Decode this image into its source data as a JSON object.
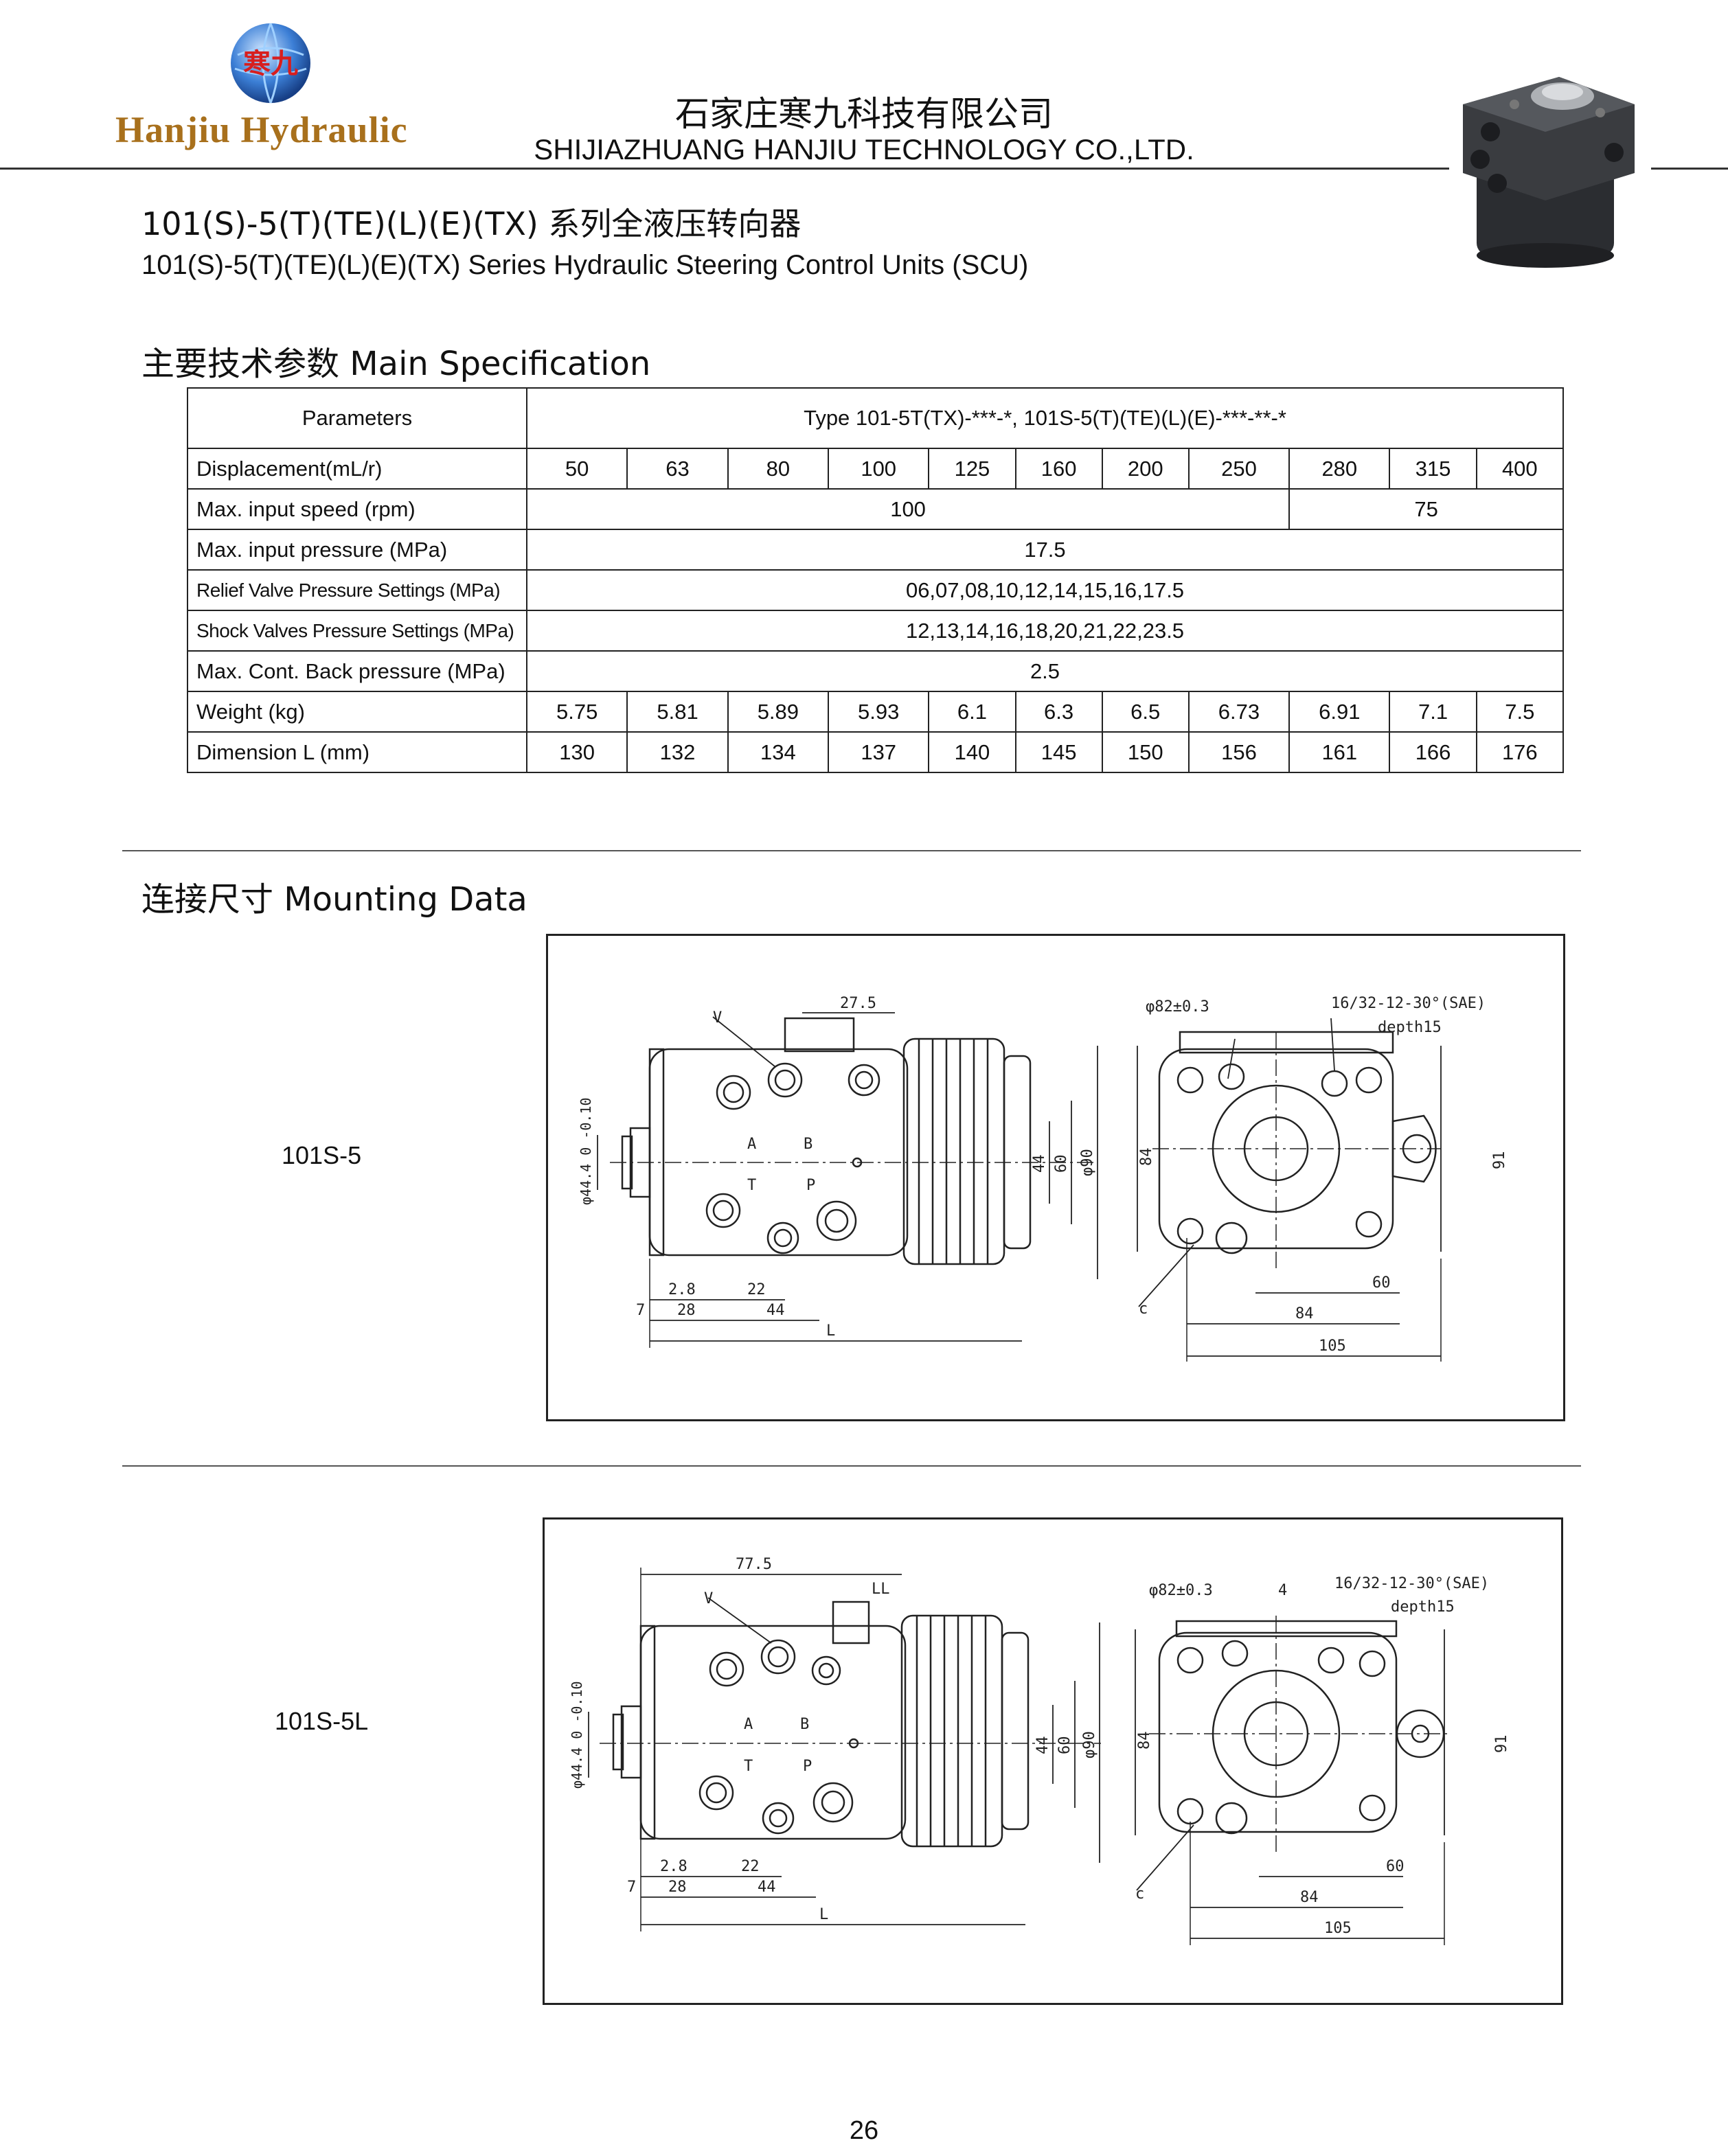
{
  "header": {
    "globe_text": "寒九",
    "logo_text": "Hanjiu Hydraulic",
    "company_cn": "石家庄寒九科技有限公司",
    "company_en": "SHIJIAZHUANG HANJIU TECHNOLOGY CO.,LTD."
  },
  "title": {
    "cn": "101(S)-5(T)(TE)(L)(E)(TX)  系列全液压转向器",
    "en": "101(S)-5(T)(TE)(L)(E)(TX) Series Hydraulic Steering Control Units (SCU)"
  },
  "spec_section": {
    "title": "主要技术参数  Main Specification",
    "header_param": "Parameters",
    "header_type": "Type    101-5T(TX)-***-*,  101S-5(T)(TE)(L)(E)-***-**-*",
    "rows": [
      {
        "label": "Displacement(mL/r)",
        "values": [
          "50",
          "63",
          "80",
          "100",
          "125",
          "160",
          "200",
          "250",
          "280",
          "315",
          "400"
        ]
      },
      {
        "label": "Max. input speed (rpm)",
        "span_left": "100",
        "span_right": "75"
      },
      {
        "label": "Max. input pressure (MPa)",
        "value": "17.5"
      },
      {
        "label": "Relief Valve Pressure Settings (MPa)",
        "value": "06,07,08,10,12,14,15,16,17.5"
      },
      {
        "label": "Shock Valves Pressure Settings (MPa)",
        "value": "12,13,14,16,18,20,21,22,23.5"
      },
      {
        "label": "Max. Cont. Back pressure (MPa)",
        "value": "2.5"
      },
      {
        "label": "Weight (kg)",
        "values": [
          "5.75",
          "5.81",
          "5.89",
          "5.93",
          "6.1",
          "6.3",
          "6.5",
          "6.73",
          "6.91",
          "7.1",
          "7.5"
        ]
      },
      {
        "label": "Dimension L (mm)",
        "values": [
          "130",
          "132",
          "134",
          "137",
          "140",
          "145",
          "150",
          "156",
          "161",
          "166",
          "176"
        ]
      }
    ]
  },
  "mounting_section": {
    "title": "连接尺寸 Mounting Data",
    "drawings": [
      {
        "model": "101S-5",
        "top_dim": "27.5",
        "lbl_v": "V",
        "lbl_a": "A",
        "lbl_b": "B",
        "lbl_t": "T",
        "lbl_p": "P",
        "dia_left": "φ44.4 0 -0.10",
        "dims_right": [
          "44",
          "60",
          "φ90"
        ],
        "dims_bottom1": [
          "2.8",
          "22"
        ],
        "dims_bottom2": [
          "7",
          "28",
          "44"
        ],
        "dim_l": "L",
        "side_phi": "φ82±0.3",
        "side_thread": "16/32-12-30°(SAE)",
        "side_depth": "depth15",
        "side_84_v": "84",
        "side_91": "91",
        "side_c": "c",
        "side_60": "60",
        "side_84_h": "84",
        "side_105": "105"
      },
      {
        "model": "101S-5L",
        "top_dim": "77.5",
        "top_ll": "LL",
        "lbl_v": "V",
        "lbl_a": "A",
        "lbl_b": "B",
        "lbl_t": "T",
        "lbl_p": "P",
        "dia_left": "φ44.4 0 -0.10",
        "dims_right": [
          "44",
          "60",
          "φ90"
        ],
        "dims_bottom1": [
          "2.8",
          "22"
        ],
        "dims_bottom2": [
          "7",
          "28",
          "44"
        ],
        "dim_l": "L",
        "side_phi": "φ82±0.3",
        "side_4": "4",
        "side_thread": "16/32-12-30°(SAE)",
        "side_depth": "depth15",
        "side_84_v": "84",
        "side_91": "91",
        "side_c": "c",
        "side_60": "60",
        "side_84_h": "84",
        "side_105": "105"
      }
    ]
  },
  "page_number": "26"
}
